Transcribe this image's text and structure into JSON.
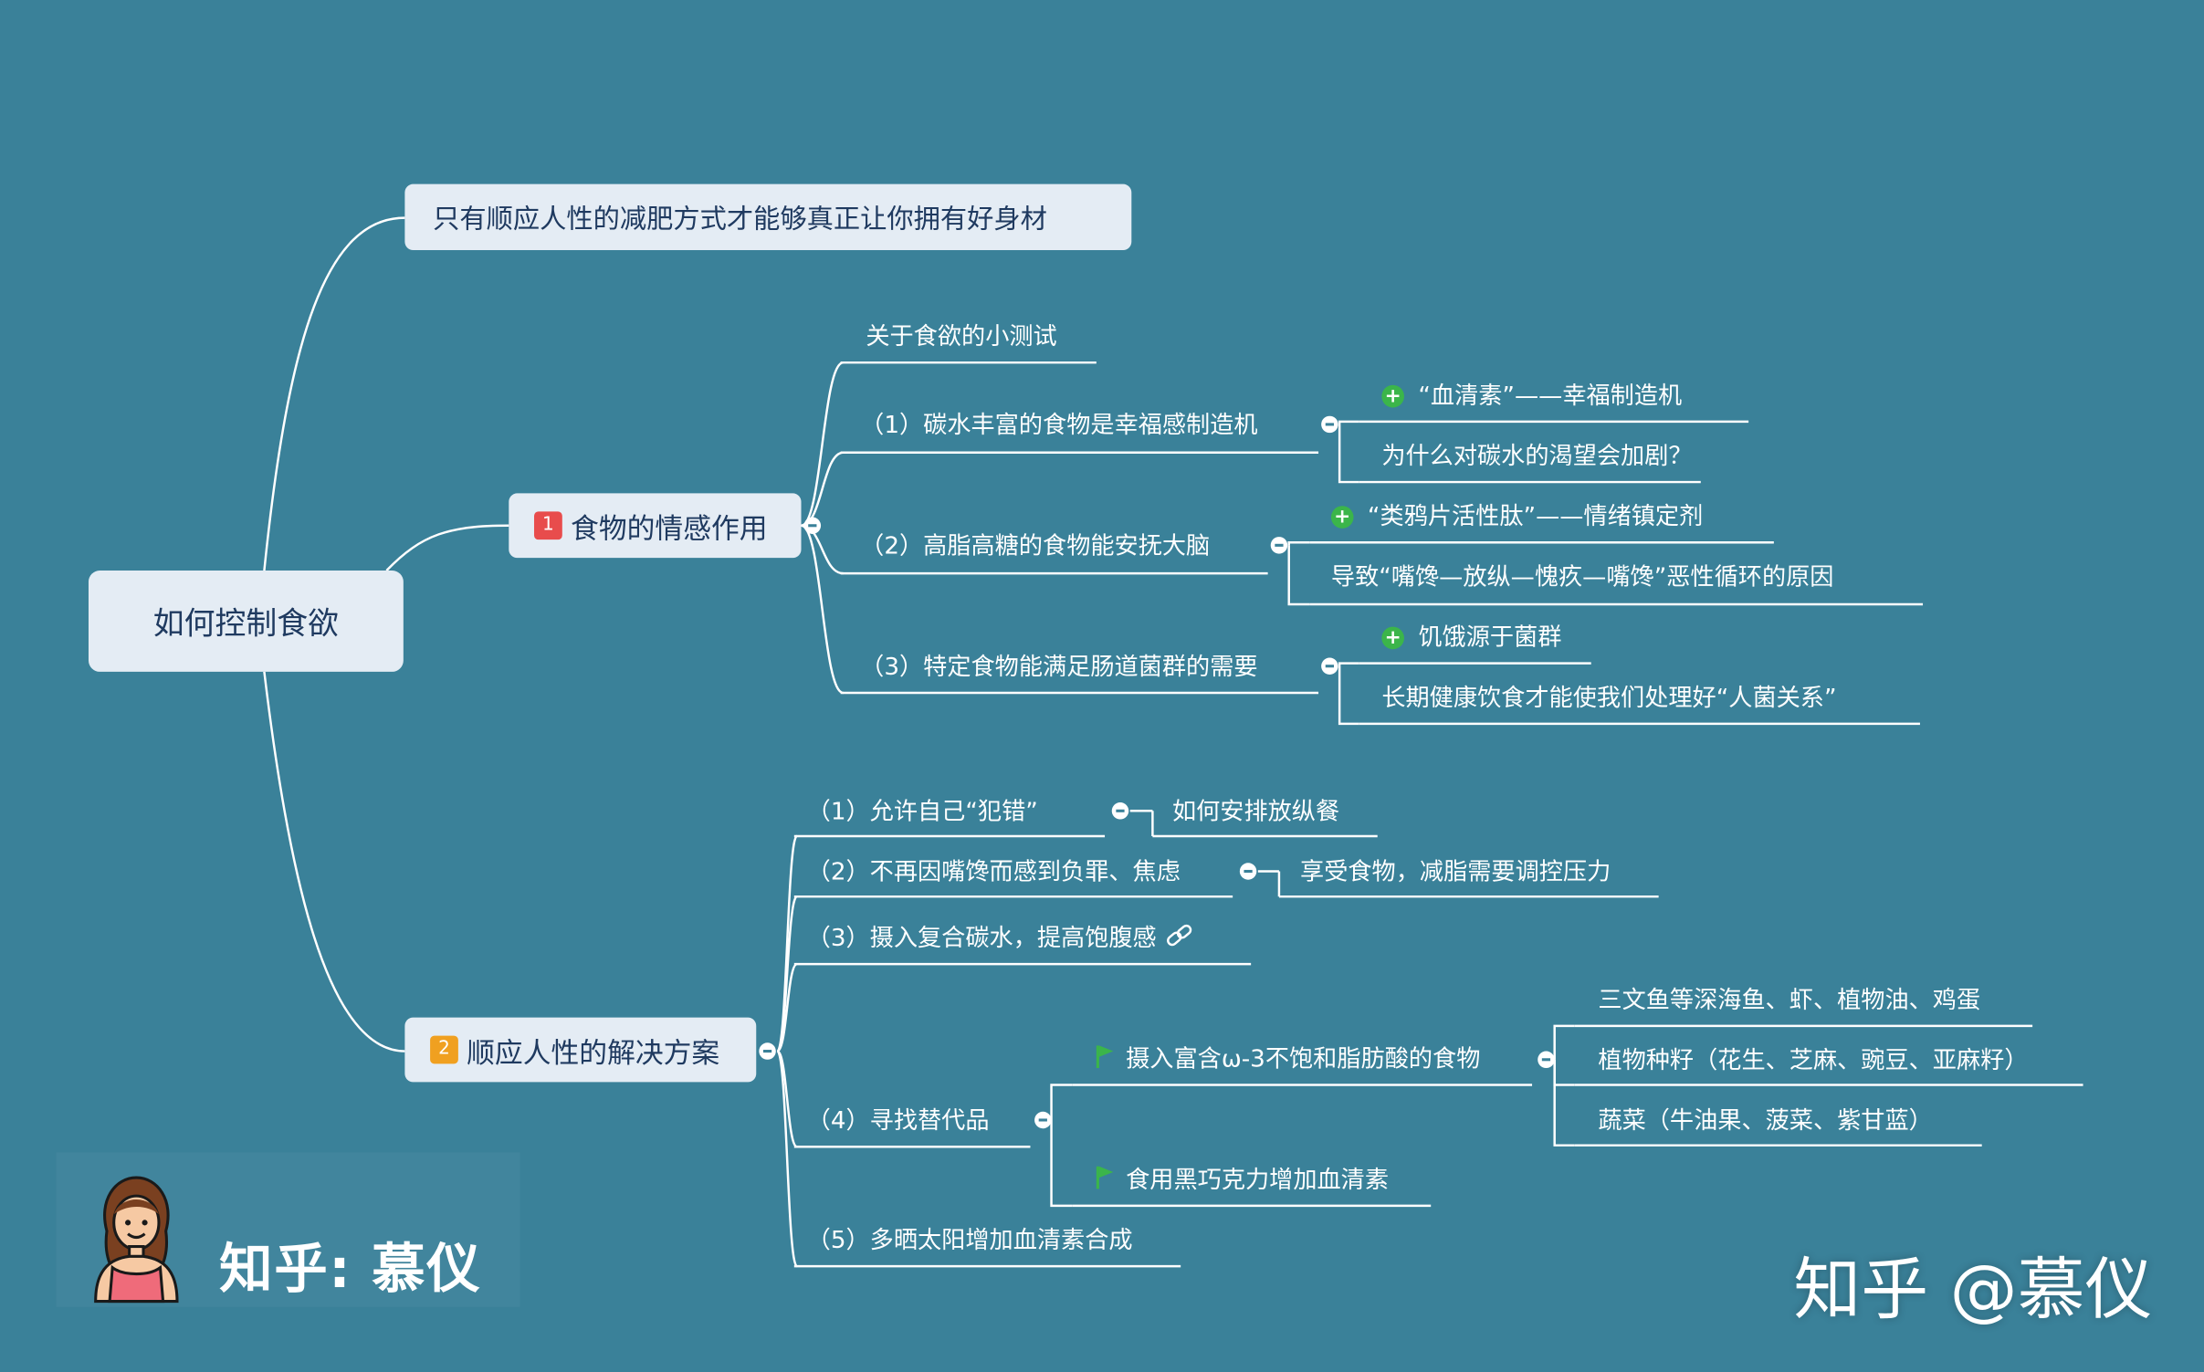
{
  "root": "如何控制食欲",
  "top_note": "只有顺应人性的减肥方式才能够真正让你拥有好身材",
  "branch1": {
    "num": "1",
    "title": "食物的情感作用",
    "children": [
      {
        "text": "关于食欲的小测试"
      },
      {
        "text": "（1）碳水丰富的食物是幸福感制造机",
        "children": [
          "“血清素”——幸福制造机",
          "为什么对碳水的渴望会加剧？"
        ]
      },
      {
        "text": "（2）高脂高糖的食物能安抚大脑",
        "children": [
          "“类鸦片活性肽”——情绪镇定剂",
          "导致“嘴馋—放纵—愧疚—嘴馋”恶性循环的原因"
        ]
      },
      {
        "text": "（3）特定食物能满足肠道菌群的需要",
        "children": [
          "饥饿源于菌群",
          "长期健康饮食才能使我们处理好“人菌关系”"
        ]
      }
    ]
  },
  "branch2": {
    "num": "2",
    "title": "顺应人性的解决方案",
    "children": [
      {
        "text": "（1）允许自己“犯错”",
        "children": [
          "如何安排放纵餐"
        ]
      },
      {
        "text": "（2）不再因嘴馋而感到负罪、焦虑",
        "children": [
          "享受食物，减脂需要调控压力"
        ]
      },
      {
        "text": "（3）摄入复合碳水，提高饱腹感"
      },
      {
        "text": "（4）寻找替代品",
        "children": [
          {
            "text": "摄入富含ω-3不饱和脂肪酸的食物",
            "children": [
              "三文鱼等深海鱼、虾、植物油、鸡蛋",
              "植物种籽（花生、芝麻、豌豆、亚麻籽）",
              "蔬菜（牛油果、菠菜、紫甘蓝）"
            ]
          },
          {
            "text": "食用黑巧克力增加血清素"
          }
        ]
      },
      {
        "text": "（5）多晒太阳增加血清素合成"
      }
    ]
  },
  "signature_left": "知乎: 慕仪",
  "signature_right": "知乎 @慕仪",
  "colors": {
    "background": "#3a8199",
    "node_fill": "#e4ecf4",
    "node_text": "#1f3a60",
    "marker_green": "#3bb54a",
    "badge_red": "#e84c4c",
    "badge_orange": "#f0a020"
  }
}
